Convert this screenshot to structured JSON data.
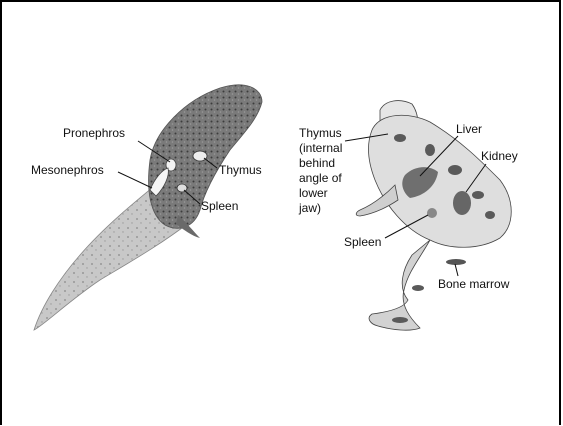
{
  "tadpole": {
    "labels": {
      "pronephros": "Pronephros",
      "mesonephros": "Mesonephros",
      "thymus": "Thymus",
      "spleen": "Spleen"
    }
  },
  "frog": {
    "labels": {
      "thymus": [
        "Thymus",
        "(internal",
        "behind",
        "angle of",
        "lower",
        "jaw)"
      ],
      "liver": "Liver",
      "kidney": "Kidney",
      "spleen": "Spleen",
      "bone_marrow": "Bone marrow"
    }
  }
}
